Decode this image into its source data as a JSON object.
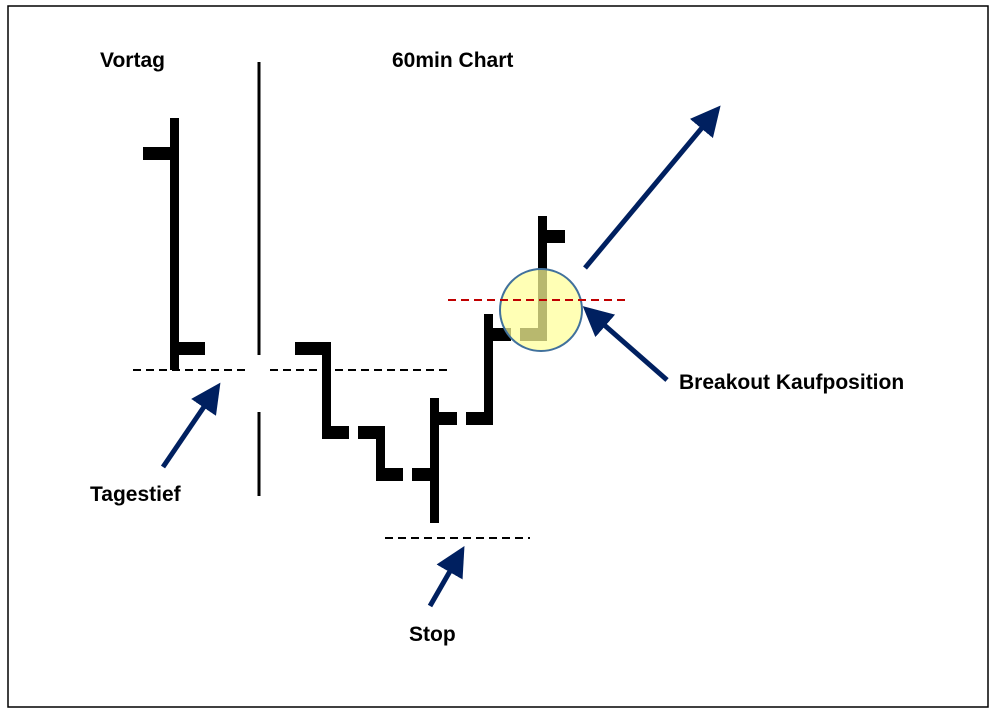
{
  "labels": {
    "prev_day": "Vortag",
    "chart_title": "60min Chart",
    "breakout": "Breakout Kaufposition",
    "day_low": "Tagestief",
    "stop": "Stop"
  },
  "colors": {
    "bars": "#000000",
    "arrows": "#002060",
    "breakout_line": "#c00000",
    "highlight_fill": "#ffff99",
    "highlight_stroke": "#41719c"
  }
}
